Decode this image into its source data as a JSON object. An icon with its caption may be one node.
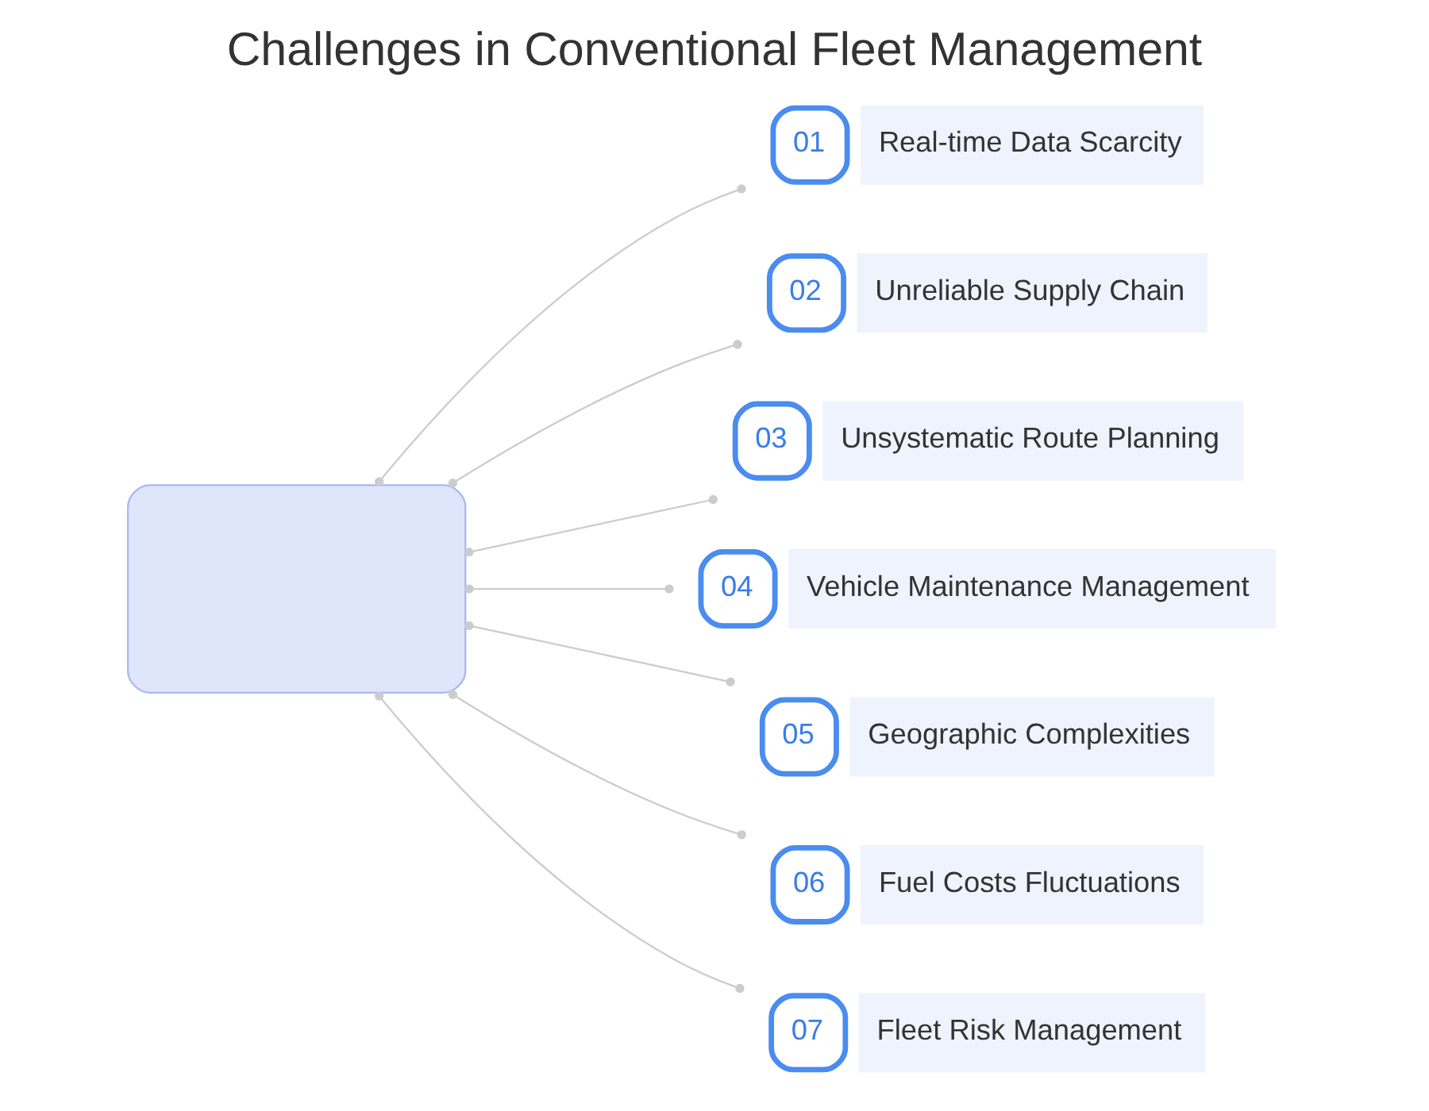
{
  "diagram": {
    "title": "Challenges in Conventional Fleet Management",
    "nodes": [
      {
        "text": [],
        "shape": "box"
      },
      {
        "text": [
          "01",
          "Real-time Data Scarcity"
        ]
      },
      {
        "text": [
          "02",
          "Unreliable Supply Chain"
        ]
      },
      {
        "text": [
          "03",
          "Unsystematic Route Planning"
        ]
      },
      {
        "text": [
          "04",
          "Vehicle Maintenance Management"
        ]
      },
      {
        "text": [
          "05",
          "Geographic Complexities"
        ]
      },
      {
        "text": [
          "06",
          "Fuel Costs Fluctuations"
        ]
      },
      {
        "text": [
          "07",
          "Fleet Risk Management"
        ]
      }
    ],
    "edges": [
      {
        "from": 0,
        "to": 1,
        "arrow": "other"
      },
      {
        "from": 0,
        "to": 2,
        "arrow": "other"
      },
      {
        "from": 0,
        "to": 3,
        "arrow": "other"
      },
      {
        "from": 0,
        "to": 4,
        "arrow": "other"
      },
      {
        "from": 0,
        "to": 5,
        "arrow": "other"
      },
      {
        "from": 0,
        "to": 6,
        "arrow": "other"
      },
      {
        "from": 0,
        "to": 7,
        "arrow": "other"
      }
    ]
  }
}
